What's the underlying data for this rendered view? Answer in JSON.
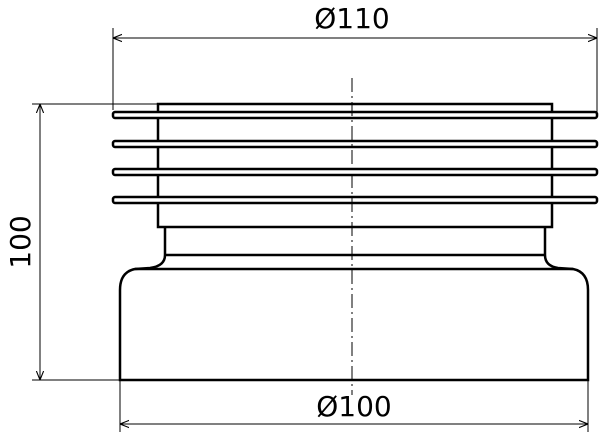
{
  "dimensions": {
    "top_diameter": "Ø110",
    "height": "100",
    "bottom_diameter": "Ø100"
  },
  "colors": {
    "line": "#000000",
    "background": "#ffffff"
  }
}
